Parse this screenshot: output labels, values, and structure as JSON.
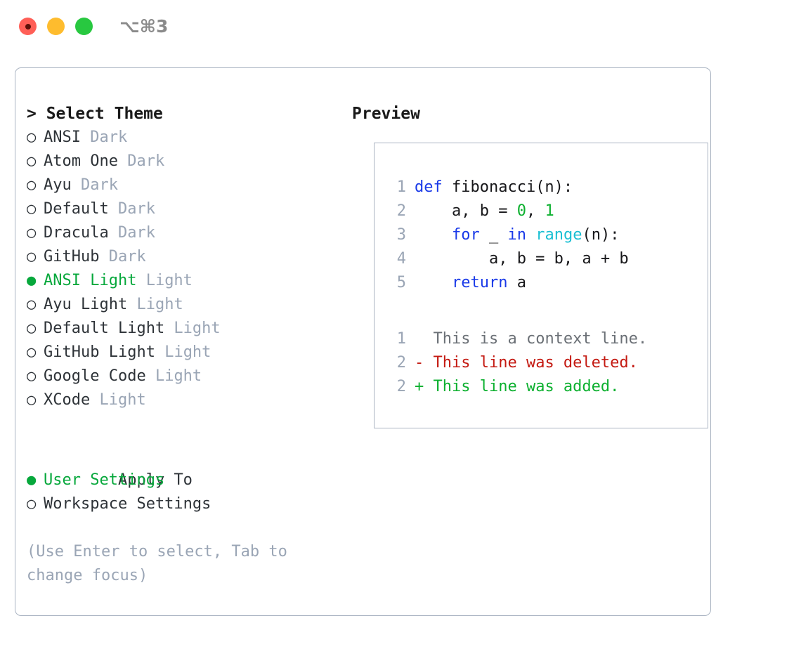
{
  "window": {
    "title": "⌥⌘3",
    "traffic_lights": [
      {
        "name": "close",
        "color": "#ff5f57"
      },
      {
        "name": "minimize",
        "color": "#febc2e"
      },
      {
        "name": "maximize",
        "color": "#28c840"
      }
    ]
  },
  "theme_panel": {
    "heading": "> Select Theme",
    "themes": [
      {
        "bullet": "○",
        "label": "ANSI",
        "tag": "Dark",
        "selected": false
      },
      {
        "bullet": "○",
        "label": "Atom One",
        "tag": "Dark",
        "selected": false
      },
      {
        "bullet": "○",
        "label": "Ayu",
        "tag": "Dark",
        "selected": false
      },
      {
        "bullet": "○",
        "label": "Default",
        "tag": "Dark",
        "selected": false
      },
      {
        "bullet": "○",
        "label": "Dracula",
        "tag": "Dark",
        "selected": false
      },
      {
        "bullet": "○",
        "label": "GitHub",
        "tag": "Dark",
        "selected": false
      },
      {
        "bullet": "●",
        "label": "ANSI Light",
        "tag": "Light",
        "selected": true
      },
      {
        "bullet": "○",
        "label": "Ayu Light",
        "tag": "Light",
        "selected": false
      },
      {
        "bullet": "○",
        "label": "Default Light",
        "tag": "Light",
        "selected": false
      },
      {
        "bullet": "○",
        "label": "GitHub Light",
        "tag": "Light",
        "selected": false
      },
      {
        "bullet": "○",
        "label": "Google Code",
        "tag": "Light",
        "selected": false
      },
      {
        "bullet": "○",
        "label": "XCode",
        "tag": "Light",
        "selected": false
      }
    ]
  },
  "apply_to": {
    "heading": "Apply To",
    "options": [
      {
        "bullet": "●",
        "label": "User Settings",
        "selected": true
      },
      {
        "bullet": "○",
        "label": "Workspace Settings",
        "selected": false
      }
    ]
  },
  "hint": "(Use Enter to select, Tab to change focus)",
  "preview": {
    "heading": "Preview",
    "code": [
      {
        "num": "1",
        "segments": [
          {
            "t": "def ",
            "c": "kw"
          },
          {
            "t": "fibonacci(n):",
            "c": "def"
          }
        ]
      },
      {
        "num": "2",
        "segments": [
          {
            "t": "    a, b = ",
            "c": "def"
          },
          {
            "t": "0",
            "c": "num"
          },
          {
            "t": ", ",
            "c": "def"
          },
          {
            "t": "1",
            "c": "num"
          }
        ]
      },
      {
        "num": "3",
        "segments": [
          {
            "t": "    ",
            "c": "def"
          },
          {
            "t": "for",
            "c": "kw"
          },
          {
            "t": " _ ",
            "c": "def"
          },
          {
            "t": "in",
            "c": "kw"
          },
          {
            "t": " ",
            "c": "def"
          },
          {
            "t": "range",
            "c": "fn"
          },
          {
            "t": "(n):",
            "c": "def"
          }
        ]
      },
      {
        "num": "4",
        "segments": [
          {
            "t": "        a, b = b, a + b",
            "c": "def"
          }
        ]
      },
      {
        "num": "5",
        "segments": [
          {
            "t": "    ",
            "c": "def"
          },
          {
            "t": "return",
            "c": "kw"
          },
          {
            "t": " a",
            "c": "def"
          }
        ]
      }
    ],
    "diff": [
      {
        "num": "1",
        "marker": "  ",
        "text": "This is a context line.",
        "kind": "ctx"
      },
      {
        "num": "2",
        "marker": "- ",
        "text": "This line was deleted.",
        "kind": "del"
      },
      {
        "num": "2",
        "marker": "+ ",
        "text": "This line was added.",
        "kind": "add"
      }
    ]
  },
  "colors": {
    "accent_green": "#07a83c",
    "muted": "#9aa5b5",
    "border": "#aab4c2",
    "keyword": "#1a3ae8",
    "number": "#0cb02f",
    "function": "#19bfd3",
    "diff_delete": "#c41a12",
    "diff_add": "#0cb02f"
  }
}
